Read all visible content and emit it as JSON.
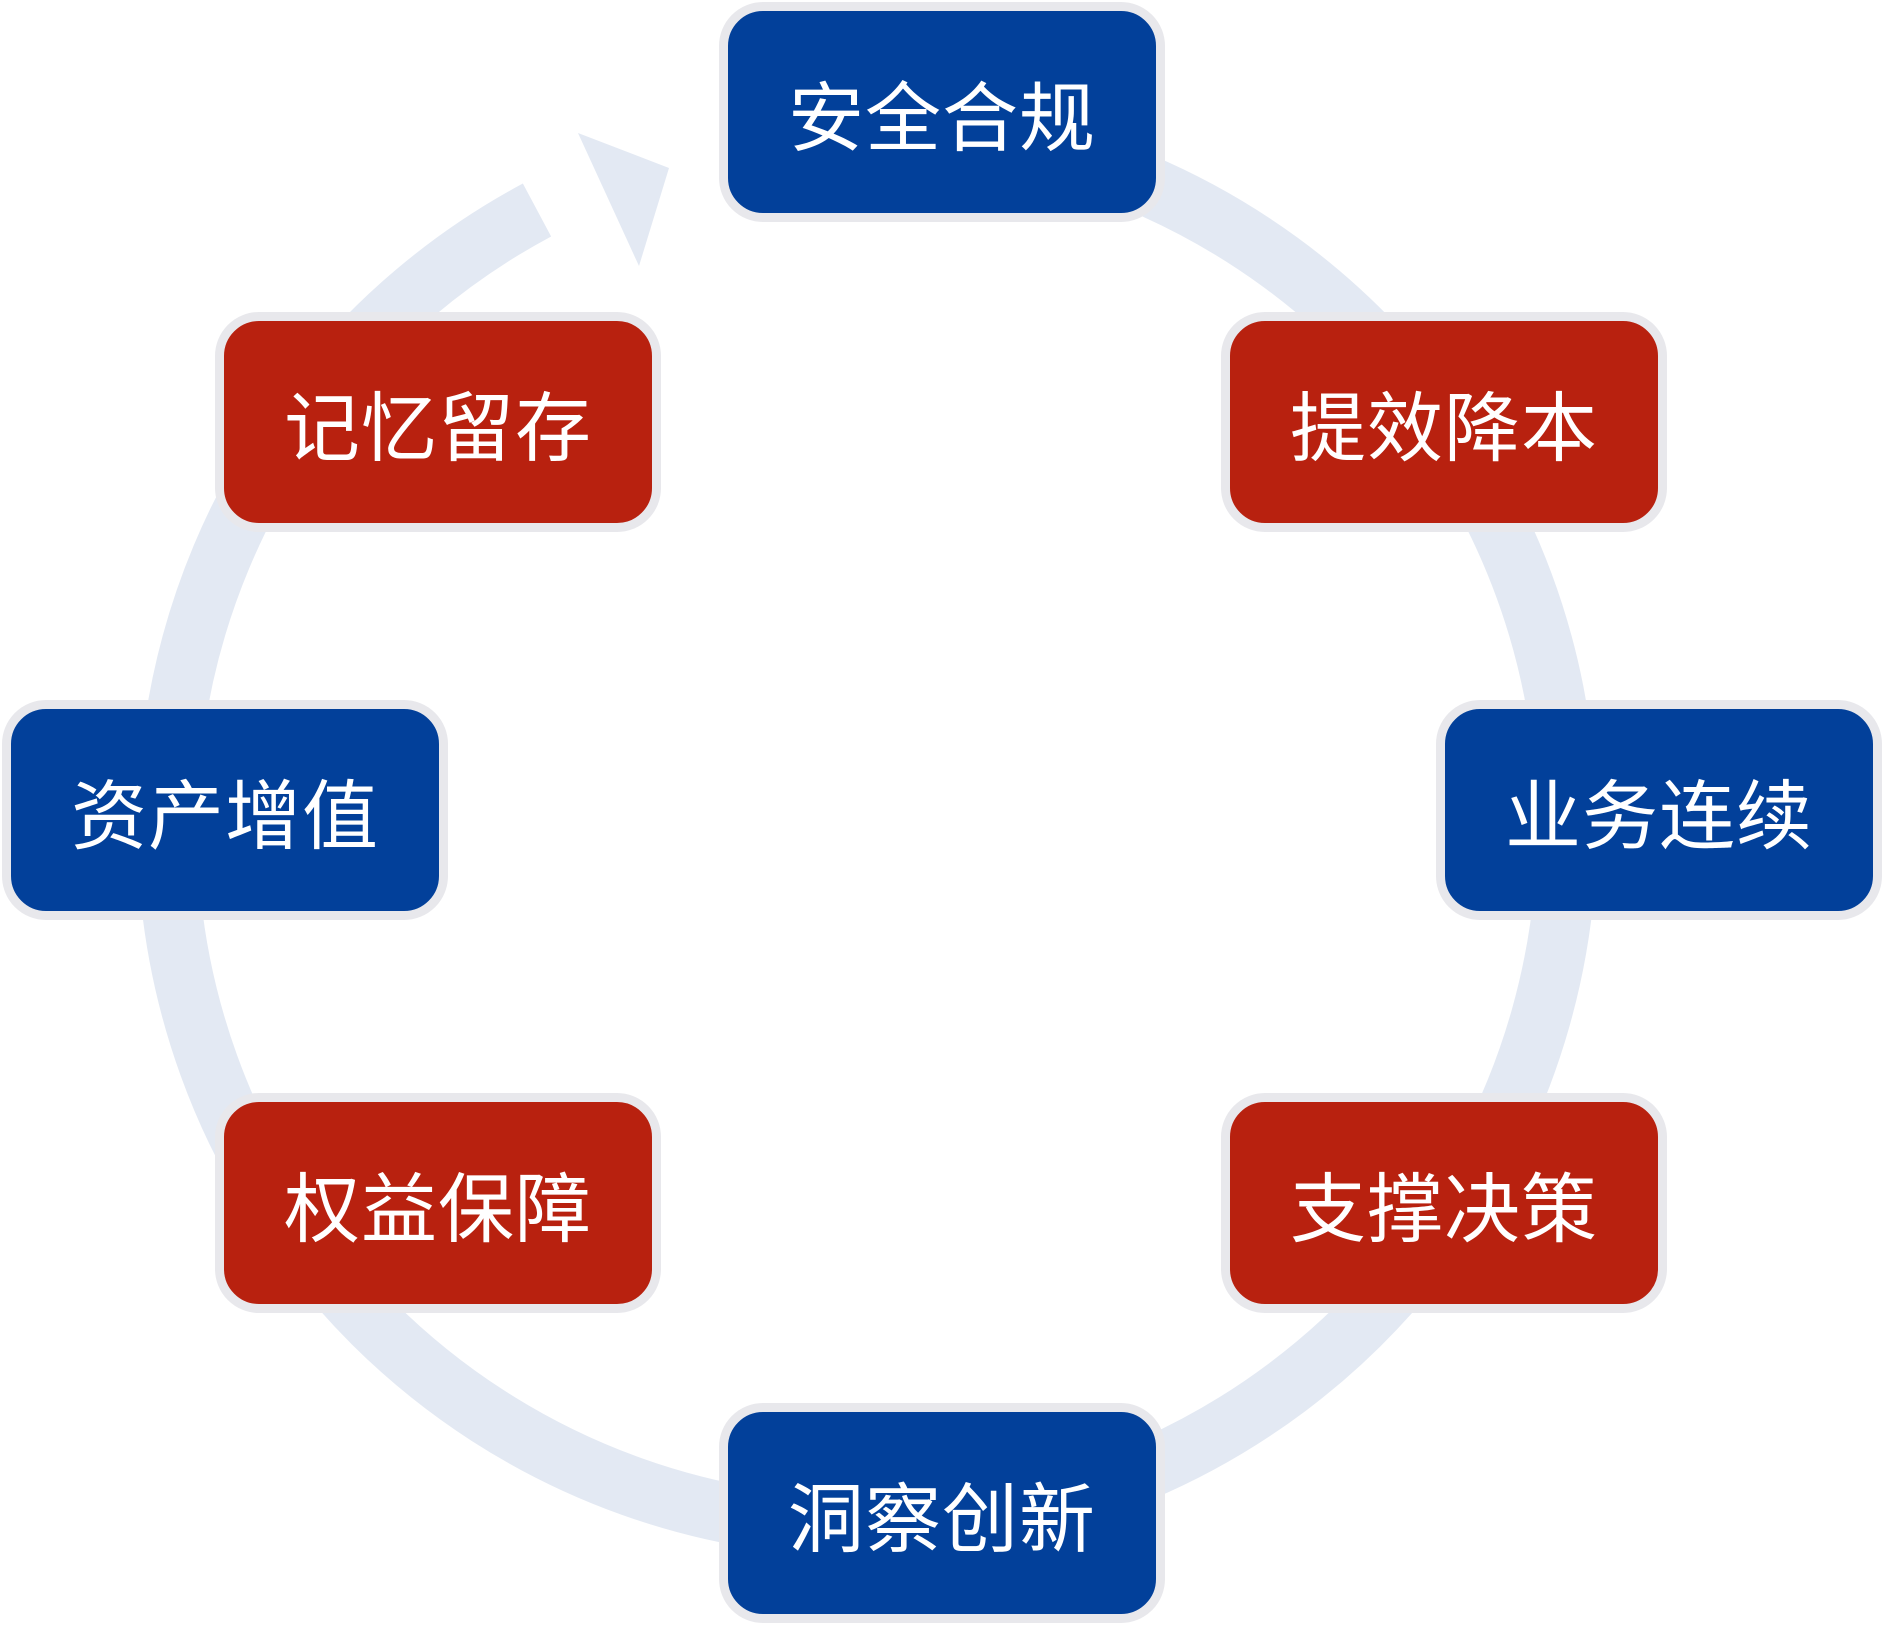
{
  "colors": {
    "blue": "#02409a",
    "red": "#b8210f",
    "ring": "#e3e9f3",
    "border": "#e8e8ec",
    "text": "#ffffff"
  },
  "nodes": [
    {
      "id": "security-compliance",
      "label": "安全合规",
      "color": "blue"
    },
    {
      "id": "efficiency-cost",
      "label": "提效降本",
      "color": "red"
    },
    {
      "id": "business-continuity",
      "label": "业务连续",
      "color": "blue"
    },
    {
      "id": "decision-support",
      "label": "支撑决策",
      "color": "red"
    },
    {
      "id": "insight-innovation",
      "label": "洞察创新",
      "color": "blue"
    },
    {
      "id": "rights-protection",
      "label": "权益保障",
      "color": "red"
    },
    {
      "id": "asset-appreciation",
      "label": "资产增值",
      "color": "blue"
    },
    {
      "id": "memory-retention",
      "label": "记忆留存",
      "color": "red"
    }
  ]
}
